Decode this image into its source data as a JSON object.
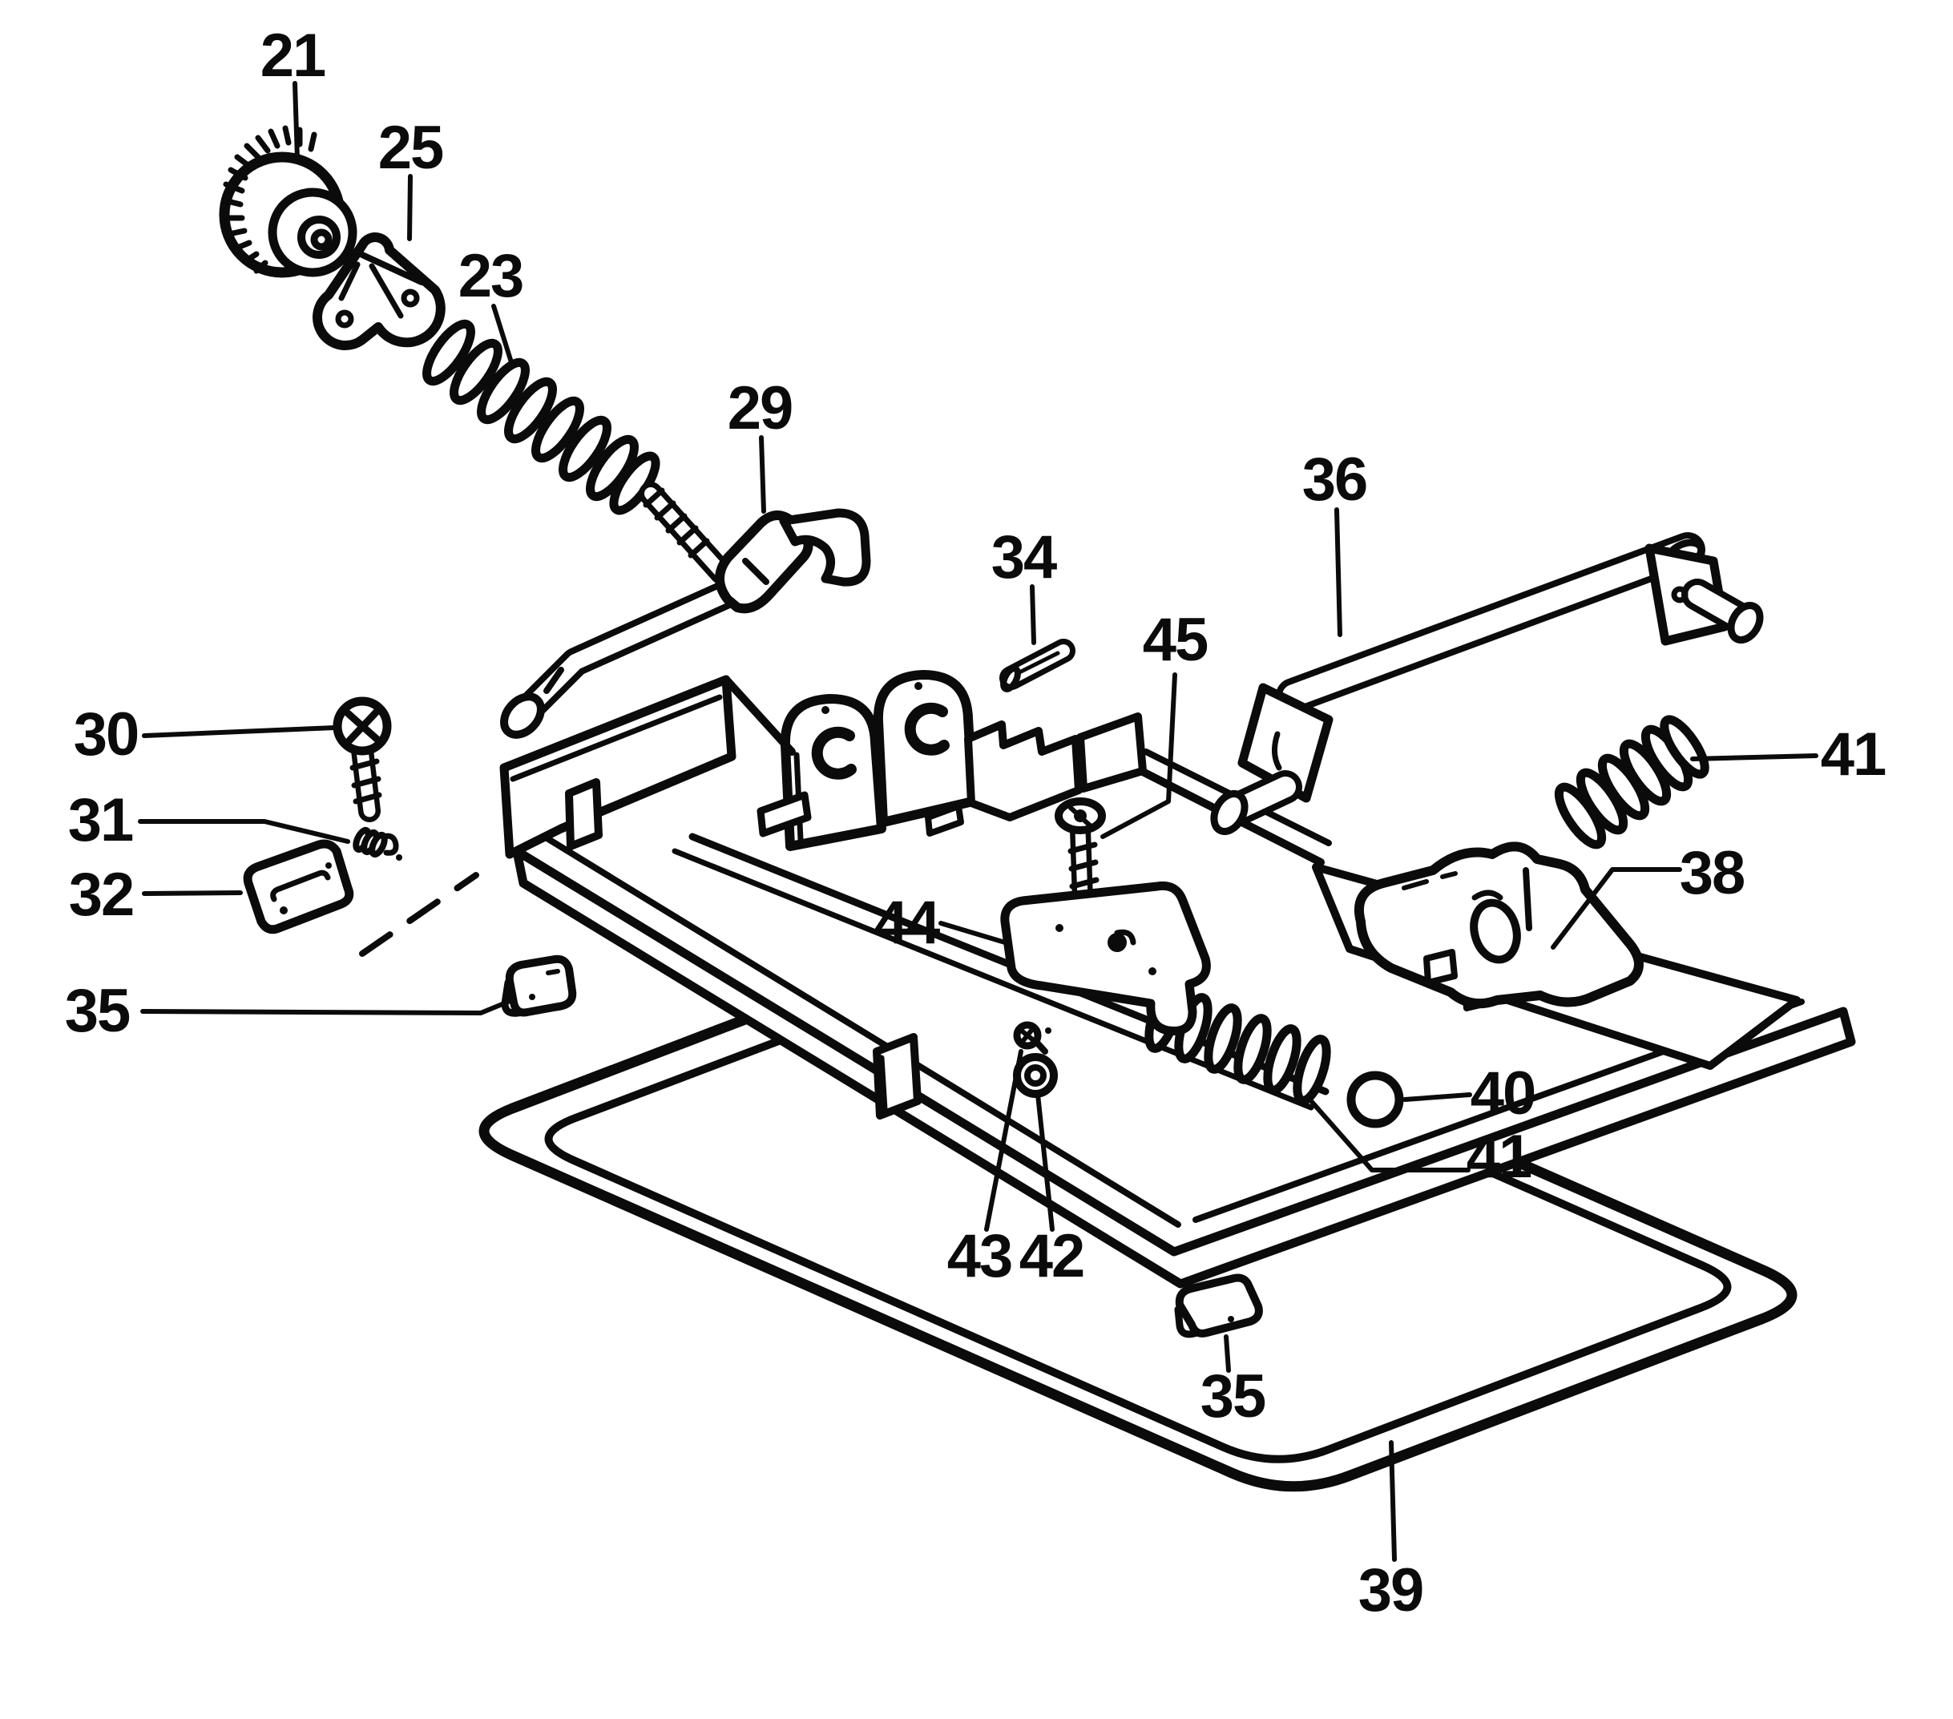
{
  "diagram": {
    "kind": "exploded-parts-diagram",
    "background": "#ffffff",
    "line_color": "#0b0b0b",
    "callouts": {
      "c21": "21",
      "c25": "25",
      "c23": "23",
      "c29": "29",
      "c34": "34",
      "c36": "36",
      "c41_right": "41",
      "c38": "38",
      "c30": "30",
      "c31": "31",
      "c32": "32",
      "c35_left": "35",
      "c44": "44",
      "c45": "45",
      "c40": "40",
      "c41_inner": "41",
      "c43": "43",
      "c42": "42",
      "c35_bottom": "35",
      "c39": "39"
    }
  }
}
